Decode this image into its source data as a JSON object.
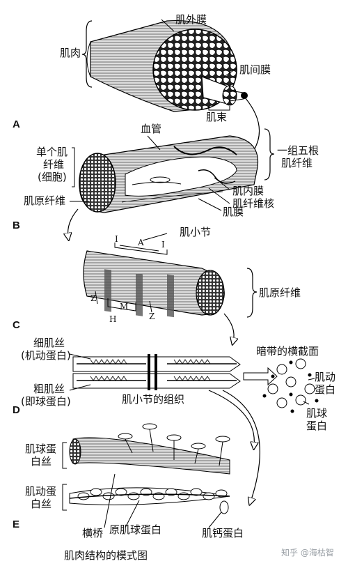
{
  "panels": {
    "A": {
      "letter": "A",
      "labels": {
        "muscle": "肌肉",
        "epimysium": "肌外膜",
        "perimysium": "肌间膜",
        "fascicle": "肌束"
      }
    },
    "B": {
      "letter": "B",
      "labels": {
        "blood_vessel": "血管",
        "single_fiber_l1": "单个肌",
        "single_fiber_l2": "纤维",
        "single_fiber_l3": "(细胞)",
        "group_l1": "一组五根",
        "group_l2": "肌纤维",
        "myofibril": "肌原纤维",
        "endomysium": "肌内膜",
        "fiber_nucleus": "肌纤维核",
        "sarcolemma": "肌膜"
      }
    },
    "C": {
      "letter": "C",
      "labels": {
        "sarcomere": "肌小节",
        "I1": "I",
        "A": "A",
        "I2": "I",
        "Z1": "Z",
        "M": "M",
        "Z2": "Z",
        "H": "H",
        "myofibril": "肌原纤维"
      }
    },
    "D": {
      "letter": "D",
      "labels": {
        "thin_l1": "细肌丝",
        "thin_l2": "(机动蛋白)",
        "thick_l1": "粗肌丝",
        "thick_l2": "(即球蛋白)",
        "sarcomere_org": "肌小节的组织",
        "cross_section": "暗带的横截面",
        "actin_l1": "肌动",
        "actin_l2": "蛋白",
        "myosin_l1": "肌球",
        "myosin_l2": "蛋白"
      }
    },
    "E": {
      "letter": "E",
      "labels": {
        "myosin_fil_l1": "肌球蛋",
        "myosin_fil_l2": "白丝",
        "actin_fil_l1": "肌动蛋",
        "actin_fil_l2": "白丝",
        "crossbridge": "横桥",
        "tropomyosin": "原肌球蛋白",
        "troponin": "肌钙蛋白"
      }
    }
  },
  "caption": "肌肉结构的模式图",
  "watermark": "知乎 @海枯智"
}
